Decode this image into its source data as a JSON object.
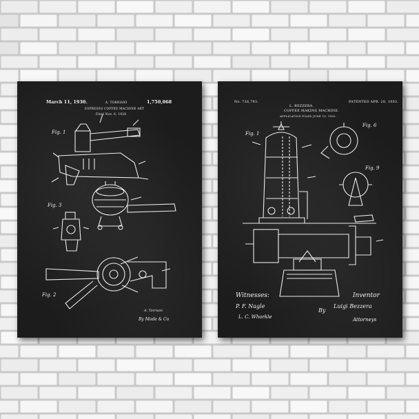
{
  "wall": {
    "brick_color": "#f3f3f3",
    "mortar_color": "#c9c9c9"
  },
  "poster_left": {
    "date": "March 11, 1930.",
    "inventor": "A. TORRIANI",
    "patent_number": "1,750,068",
    "title": "ESPRESSO COFFEE MACHINE ART",
    "filed": "Filed Nov. 6, 1928",
    "fig_labels": [
      "Fig. 1",
      "Fig. 3",
      "Fig. 2"
    ],
    "signature_line_1": "A. Torriani",
    "signature_line_2": "By Mode & Co"
  },
  "poster_right": {
    "number": "No. 726,793.",
    "patented": "PATENTED APR. 28, 1903.",
    "inventor": "L. BEZZERA.",
    "title": "COFFEE MAKING MACHINE.",
    "application": "APPLICATION FILED JUNE 19, 1902.",
    "fig_labels": [
      "Fig. 1",
      "Fig. 6",
      "Fig. 9"
    ],
    "witnesses_label": "Witnesses:",
    "inventor_label": "Inventor",
    "witness_1": "P. F. Nagle",
    "witness_2": "L. C. Whorkle",
    "by_label": "By",
    "inventor_signature": "Luigi Bezzera",
    "attorneys_signature": "Attorneys"
  },
  "colors": {
    "poster": "#1c1c1c",
    "chalk": "#f2f2f2"
  }
}
